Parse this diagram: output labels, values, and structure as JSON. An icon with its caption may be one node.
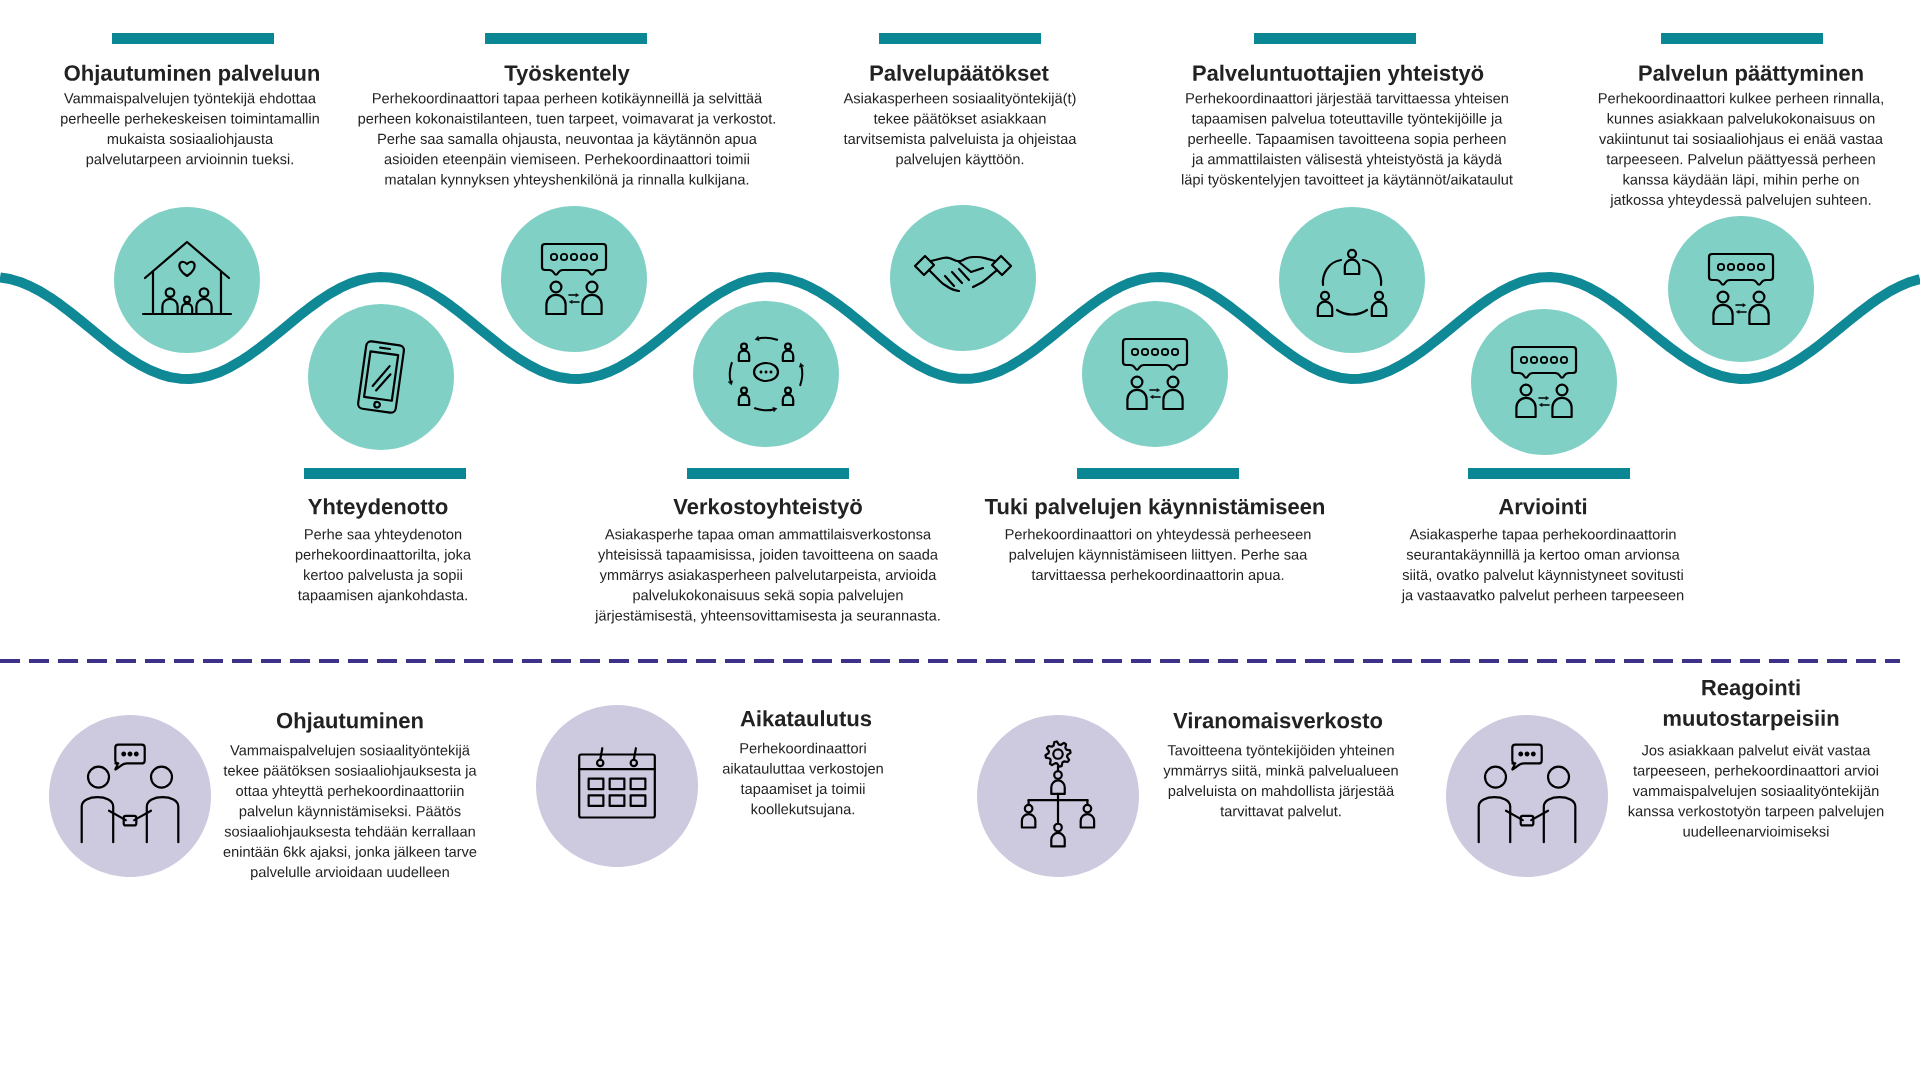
{
  "diagram": {
    "nodes": [
      {
        "text": [
          "Ohjautuminen palveluun",
          "Vammaispalvelujen työntekijä ehdottaa perheelle perhekeskeisen toimintamallin mukaista sosiaaliohjausta palvelutarpeen arvioinnin tueksi."
        ]
      },
      {
        "text": [
          "Yhteydenotto",
          "Perhe saa yhteydenoton perhekoordinaattorilta, joka kertoo palvelusta ja sopii tapaamisen ajankohdasta."
        ]
      },
      {
        "text": [
          "Työskentely",
          "Perhekoordinaattori tapaa perheen kotikäynneillä ja selvittää perheen kokonaistilanteen, tuen tarpeet, voimavarat ja verkostot. Perhe saa samalla ohjausta, neuvontaa ja käytännön apua asioiden eteenpäin viemiseen. Perhekoordinaattori toimii matalan kynnyksen yhteyshenkilönä ja rinnalla kulkijana."
        ]
      },
      {
        "text": [
          "Verkostoyhteistyö",
          "Asiakasperhe tapaa oman ammattilaisverkostonsa yhteisissä tapaamisissa, joiden tavoitteena on saada ymmärrys asiakasperheen palvelutarpeista, arvioida palvelukokonaisuus sekä sopia palvelujen järjestämisestä, yhteensovittamisesta ja seurannasta."
        ]
      },
      {
        "text": [
          "Palvelupäätökset",
          "Asiakasperheen sosiaalityöntekijä(t) tekee päätökset asiakkaan tarvitsemista palveluista ja ohjeistaa palvelujen käyttöön."
        ]
      },
      {
        "text": [
          "Tuki palvelujen käynnistämiseen",
          "Perhekoordinaattori on yhteydessä perheeseen palvelujen käynnistämiseen liittyen. Perhe saa tarvittaessa perhekoordinaattorin apua."
        ]
      },
      {
        "text": [
          "Palveluntuottajien yhteistyö",
          "Perhekoordinaattori järjestää tarvittaessa yhteisen tapaamisen palvelua toteuttaville työntekijöille ja perheelle. Tapaamisen tavoitteena sopia perheen ja ammattilaisten välisestä yhteistyöstä ja käydä läpi työskentelyjen tavoitteet ja käytännöt/aikataulut"
        ]
      },
      {
        "text": [
          "Arviointi",
          "Asiakasperhe tapaa perhekoordinaattorin seurantakäynnillä ja kertoo oman arvionsa siitä, ovatko palvelut käynnistyneet sovitusti ja vastaavatko palvelut perheen tarpeeseen"
        ]
      },
      {
        "text": [
          "Palvelun päättyminen",
          "Perhekoordinaattori kulkee perheen rinnalla, kunnes asiakkaan palvelukokonaisuus on vakiintunut tai sosiaaliohjaus ei enää vastaa tarpeeseen. Palvelun päättyessä perheen kanssa käydään läpi, mihin perhe on jatkossa yhteydessä palvelujen suhteen."
        ]
      },
      {
        "text": [
          "Ohjautuminen",
          "Vammaispalvelujen sosiaalityöntekijä tekee päätöksen sosiaaliohjauksesta ja ottaa yhteyttä perhekoordinaattoriin palvelun käynnistämiseksi. Päätös sosiaaliohjauksesta tehdään kerrallaan enintään 6kk ajaksi, jonka jälkeen tarve palvelulle arvioidaan uudelleen"
        ]
      },
      {
        "text": [
          "Aikataulutus",
          "Perhekoordinaattori aikatauluttaa verkostojen tapaamiset ja toimii koollekutsujana."
        ]
      },
      {
        "text": [
          "Viranomaisverkosto",
          "Tavoitteena työntekijöiden yhteinen ymmärrys siitä, minkä palvelualueen palveluista on mahdollista järjestää tarvittavat palvelut."
        ]
      },
      {
        "text": [
          "Reagointi muutostarpeisiin",
          "Jos asiakkaan palvelut eivät vastaa tarpeeseen, perhekoordinaattori arvioi vammaispalvelujen sosiaalityöntekijän kanssa verkostotyön tarpeen palvelujen uudelleenarvioimiseksi"
        ]
      }
    ]
  }
}
